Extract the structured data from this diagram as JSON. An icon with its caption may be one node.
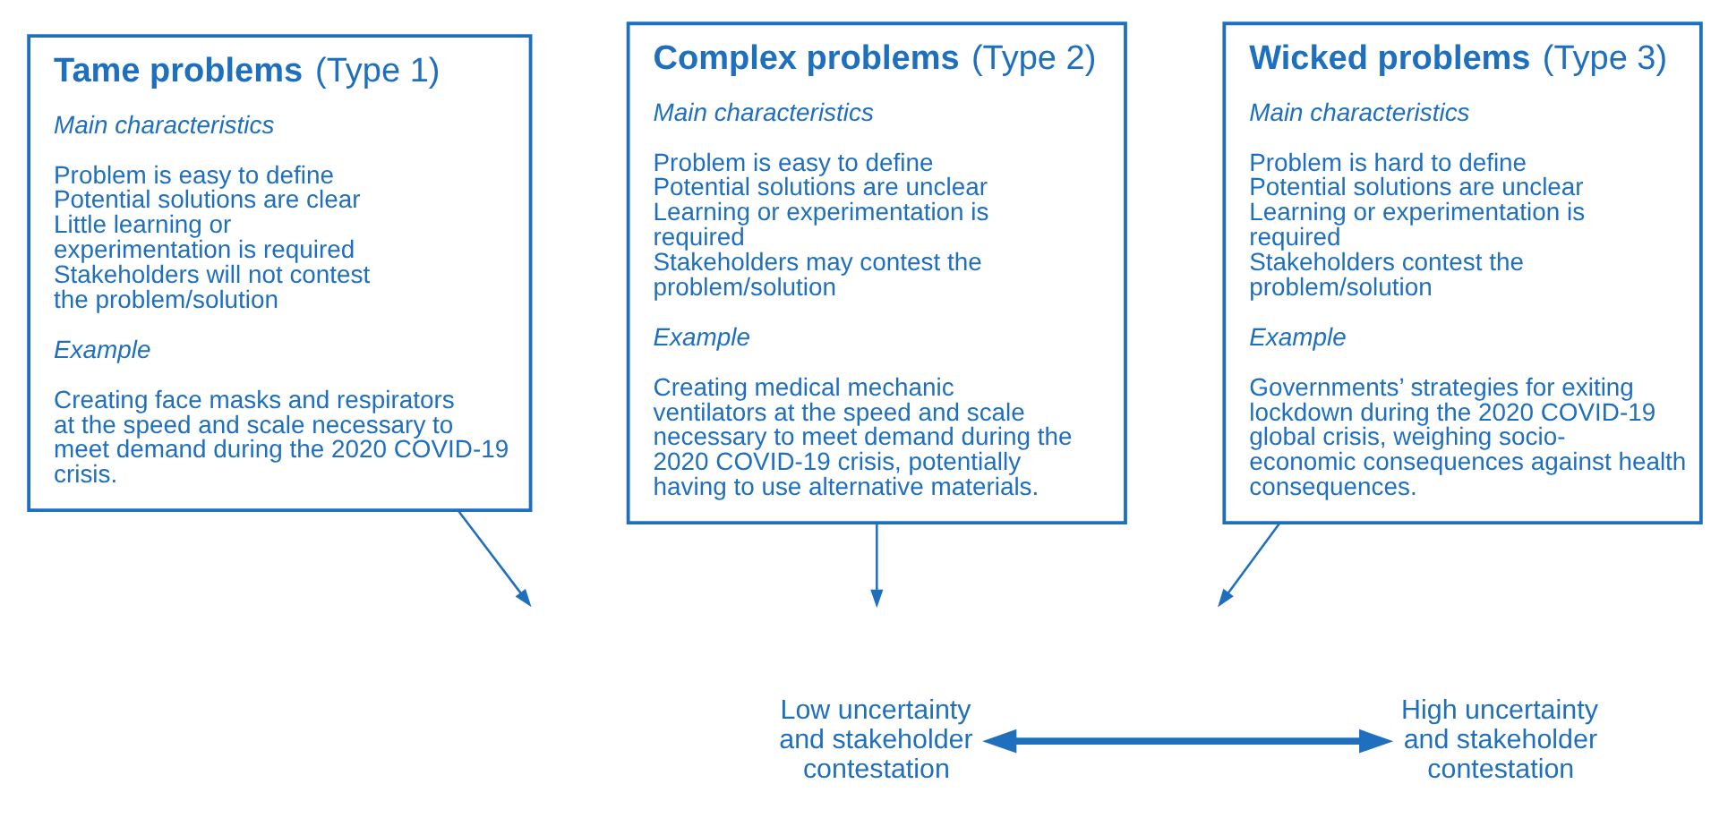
{
  "diagram": {
    "nodes": [
      {
        "text": [
          "**Tame problems** (Type 1)",
          "Main characteristics",
          "Problem is easy to define",
          "Potential solutions are clear",
          "Little learning or experimentation is required",
          "Stakeholders will not contest the problem/solution",
          "Example",
          "Creating face masks and respirators at the speed and scale necessary to meet demand during the 2020 COVID-19 crisis."
        ]
      },
      {
        "text": [
          "**Complex problems** (Type 2)",
          "Main characteristics",
          "Problem is easy to define",
          "Potential solutions are unclear",
          "Learning or experimentation is required",
          "Stakeholders may contest the problem/solution",
          "Example",
          "Creating medical mechanic ventilators at the speed and scale necessary to meet demand during the 2020 COVID-19 crisis, potentially having to use alternative materials."
        ]
      },
      {
        "text": [
          "**Wicked problems** (Type 3)",
          "Main characteristics",
          "Problem is hard to define",
          "Potential solutions are unclear",
          "Learning or experimentation is required",
          "Stakeholders contest the problem/solution",
          "Example",
          "Governments’ strategies for exiting lockdown during the 2020 COVID-19 global crisis, weighing socio-economic consequences against health consequences."
        ]
      },
      {
        "text": [
          "Low uncertainty and stakeholder contestation"
        ]
      },
      {
        "text": [
          "High uncertainty and stakeholder contestation"
        ]
      }
    ],
    "edges": [
      {
        "from": 0,
        "to": null,
        "arrow": "to"
      },
      {
        "from": 1,
        "to": null,
        "arrow": "to"
      },
      {
        "from": 2,
        "to": null,
        "arrow": "to"
      },
      {
        "from": 3,
        "to": 4,
        "arrow": "both",
        "style": "thick"
      }
    ]
  }
}
